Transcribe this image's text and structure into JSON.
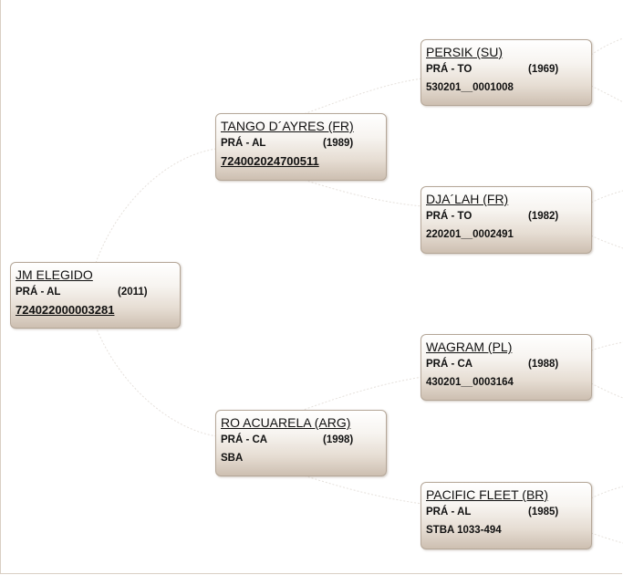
{
  "horses": {
    "subject": {
      "name": "JM ELEGIDO",
      "line": "PRÁ - AL",
      "year": "(2011)",
      "reg": "724022000003281",
      "reg_link": true
    },
    "sire": {
      "name": "TANGO D´AYRES (FR)",
      "line": "PRÁ - AL",
      "year": "(1989)",
      "reg": "724002024700511",
      "reg_link": true
    },
    "dam": {
      "name": "RO ACUARELA (ARG)",
      "line": "PRÁ - CA",
      "year": "(1998)",
      "reg": "SBA",
      "reg_link": false
    },
    "sire_sire": {
      "name": "PERSIK (SU)",
      "line": "PRÁ - TO",
      "year": "(1969)",
      "reg": "530201__0001008",
      "reg_link": false
    },
    "sire_dam": {
      "name": "DJA´LAH (FR)",
      "line": "PRÁ - TO",
      "year": "(1982)",
      "reg": "220201__0002491",
      "reg_link": false
    },
    "dam_sire": {
      "name": "WAGRAM (PL)",
      "line": "PRÁ - CA",
      "year": "(1988)",
      "reg": "430201__0003164",
      "reg_link": false
    },
    "dam_dam": {
      "name": "PACIFIC FLEET (BR)",
      "line": "PRÁ - AL",
      "year": "(1985)",
      "reg": "STBA 1033-494",
      "reg_link": false
    }
  }
}
